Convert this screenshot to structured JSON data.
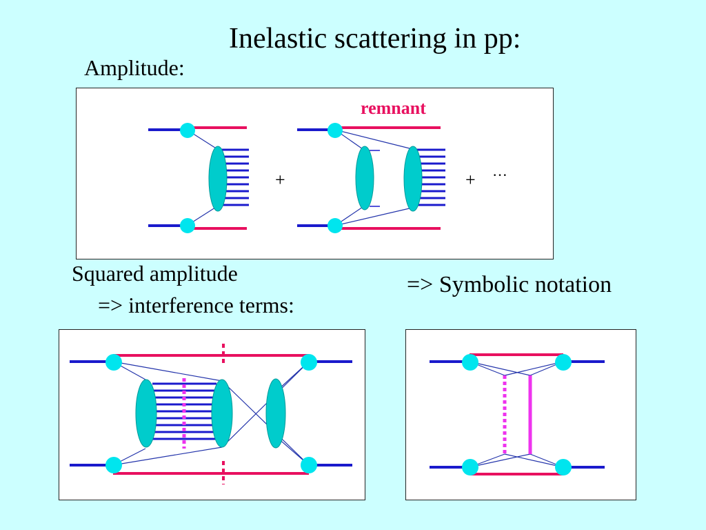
{
  "title": "Inelastic scattering in pp:",
  "amplitude_label": "Amplitude:",
  "squared_line1": "Squared amplitude",
  "squared_line2": "=> interference terms:",
  "symbolic_label": "=> Symbolic notation",
  "amplitude_panel": {
    "remnant_label": "remnant",
    "plus_1": "+",
    "plus_2": "+",
    "ellipsis": "···"
  },
  "colors": {
    "background": "#ccffff",
    "proton_line": "#1a1acc",
    "remnant_line": "#e8105f",
    "blob": "#00cccc",
    "vertex": "#00e5ee",
    "cut_line": "#ee33ee",
    "thin_line": "#2233aa"
  }
}
